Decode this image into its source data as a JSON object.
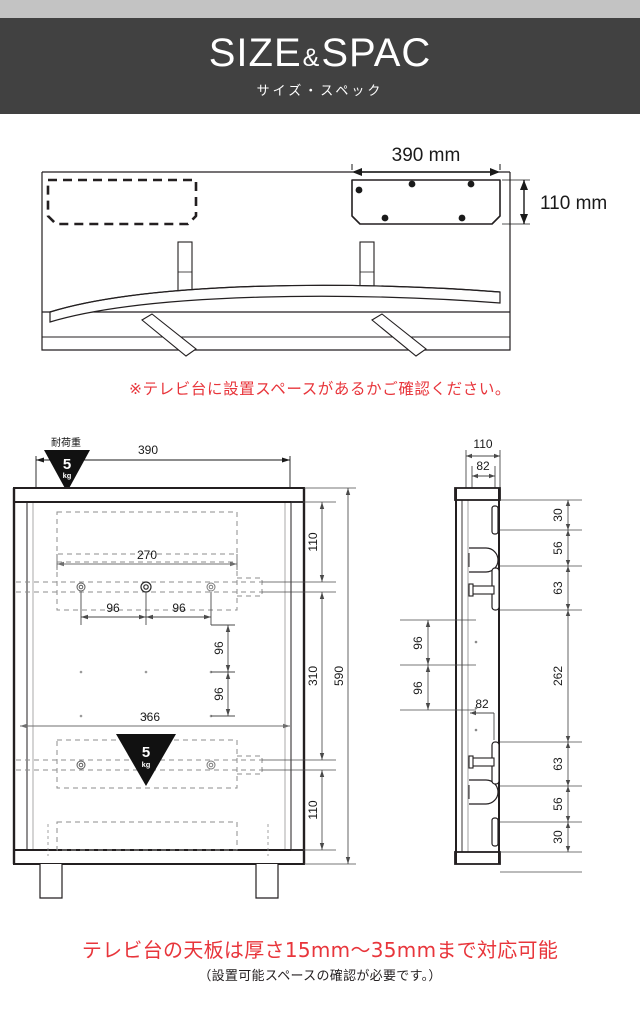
{
  "header": {
    "title_main_1": "SIZE",
    "title_amp": "&",
    "title_main_2": "SPAC",
    "subtitle": "サイズ・スペック",
    "bar_color": "#414141",
    "strip_color": "#c3c3c3"
  },
  "captions": {
    "notice_top": "※テレビ台に設置スペースがあるかご確認ください。",
    "notice_bottom_main": "テレビ台の天板は厚さ15mm〜35mmまで対応可能",
    "notice_bottom_sub": "（設置可能スペースの確認が必要です。）",
    "red_color": "#e8353b",
    "black_color": "#231f20"
  },
  "top_diagram": {
    "width_label": "390 mm",
    "height_label": "110 mm"
  },
  "front_view": {
    "load_label": "耐荷重",
    "load_value_top": "5",
    "load_unit_top": "kg",
    "load_value_bottom": "5",
    "load_unit_bottom": "kg",
    "overall_width": "390",
    "inner_width_270": "270",
    "inner_width_366": "366",
    "hole_pitch_left": "96",
    "hole_pitch_right": "96",
    "vert_96_upper": "96",
    "vert_96_lower": "96",
    "vert_110_top": "110",
    "vert_310": "310",
    "vert_590": "590",
    "vert_110_bottom": "110"
  },
  "side_view": {
    "depth_110": "110",
    "depth_82_top": "82",
    "depth_82_bottom": "82",
    "seg_30_top": "30",
    "seg_56_top": "56",
    "seg_63_top": "63",
    "seg_262": "262",
    "seg_63_bottom": "63",
    "seg_56_bottom": "56",
    "seg_30_bottom": "30",
    "vert_96_upper": "96",
    "vert_96_lower": "96"
  }
}
